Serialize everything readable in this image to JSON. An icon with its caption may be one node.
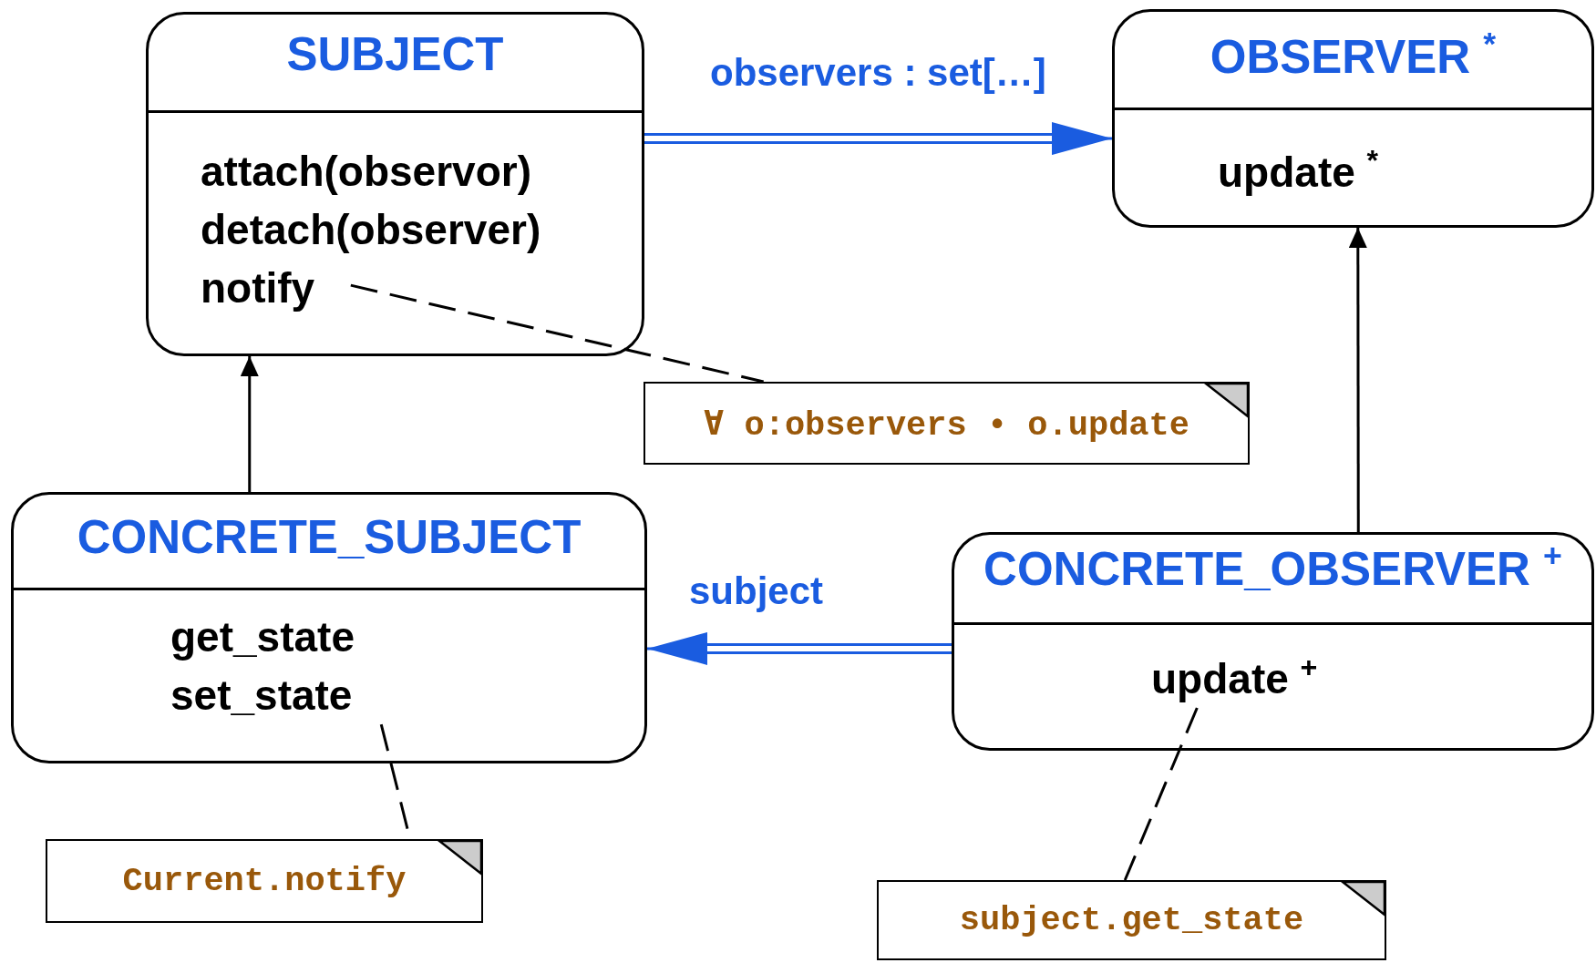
{
  "diagram": {
    "nodes": [
      {
        "text": [
          "SUBJECT",
          "attach(observor)",
          "detach(observer)",
          "notify"
        ]
      },
      {
        "text": [
          "OBSERVER $^{*}$",
          "update $^{*}$"
        ]
      },
      {
        "text": [
          "∀ o:observers • o.update"
        ]
      },
      {
        "text": [
          "CONCRETE_SUBJECT",
          "get_state",
          "set_state"
        ]
      },
      {
        "text": [
          "CONCRETE_OBSERVER $^{+}$",
          "update $^{+}$"
        ]
      },
      {
        "text": [
          "Current.notify"
        ]
      },
      {
        "text": [
          "subject.get_state"
        ]
      }
    ],
    "edges": [
      {
        "from": 0,
        "to": 1,
        "arrow": "to",
        "label": "observers : set[…]",
        "color": "#1a5ce0"
      },
      {
        "from": 4,
        "to": 3,
        "arrow": "to",
        "label": "subject",
        "color": "#1a5ce0"
      },
      {
        "from": 3,
        "to": 0,
        "arrow": "to"
      },
      {
        "from": 4,
        "to": 1,
        "arrow": "to"
      },
      {
        "from": 0,
        "to": 2,
        "arrow": "none",
        "style": "dashed"
      },
      {
        "from": 3,
        "to": 5,
        "arrow": "none",
        "style": "dashed"
      },
      {
        "from": 4,
        "to": 6,
        "arrow": "none",
        "style": "dashed"
      }
    ]
  }
}
